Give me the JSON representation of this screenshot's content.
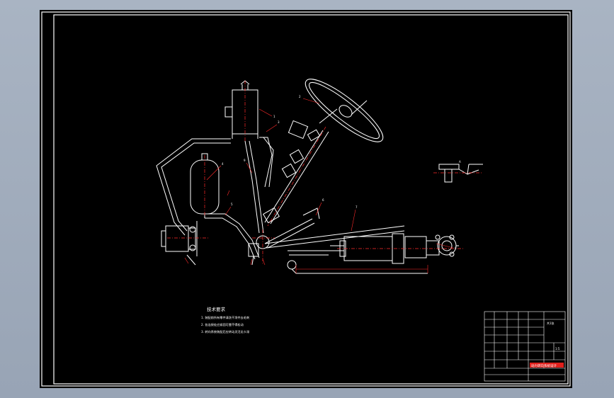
{
  "drawing": {
    "colors": {
      "background": "#000000",
      "frame": "#ffffff",
      "centerline": "#ff2a2a",
      "dimension": "#ff2a2a",
      "title_highlight": "#e0201c",
      "outer_canvas": "#a3afbf"
    },
    "technical_notes": {
      "title": "技术要求",
      "items": [
        "1. 装配前所有零件清洗干净并去毛刺",
        "2. 各连接处应紧固可靠不得松动",
        "3. 转向系统装配后应转动灵活无卡滞"
      ]
    },
    "title_block": {
      "drawing_title": "动力转向系统设计",
      "scale_label": "1:5",
      "sheet_label": "共1张"
    }
  }
}
